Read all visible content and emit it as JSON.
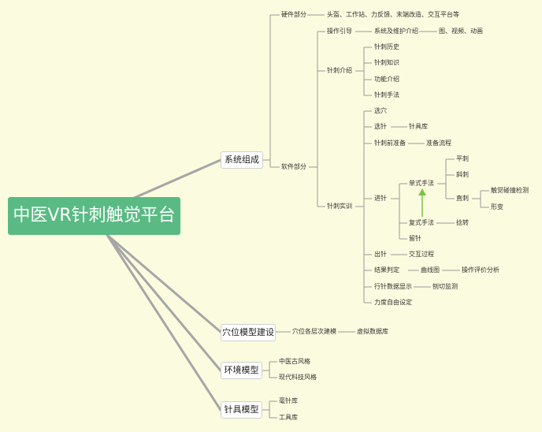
{
  "root": "中医VR针刺触觉平台",
  "branches": {
    "system": "系统组成",
    "acupoint": "穴位模型建设",
    "env": "环境模型",
    "needle": "针具模型"
  },
  "system": {
    "hardware": "硬件部分",
    "hardware_detail": "头盔、工作站、力反馈、末端改造、交互平台等",
    "software": "软件部分",
    "guide": "操作引导",
    "guide_detail": "系统及维护介绍",
    "guide_media": "图、视频、动画",
    "intro": "针刺介绍",
    "intro_items": [
      "针刺历史",
      "针刺知识",
      "功能介绍",
      "针刺手法"
    ],
    "practice": "针刺实训",
    "select_point": "选穴",
    "select_needle": "选针",
    "needle_lib": "针具库",
    "prep": "针刺前准备",
    "prep_flow": "准备流程",
    "insert": "进针",
    "single": "单式手法",
    "flat": "平刺",
    "oblique": "斜刺",
    "straight": "直刺",
    "collision": "触觉碰撞检测",
    "deform": "形变",
    "compound": "复式手法",
    "twist": "捻转",
    "retain": "留针",
    "withdraw": "出针",
    "interaction": "交互过程",
    "result": "结果判定",
    "curve": "曲线图",
    "evaluation": "操作评价分析",
    "display": "行针数据显示",
    "cut_monitor": "刨切监测",
    "force": "力度自由设定"
  },
  "acupoint": {
    "layers": "穴位各层次建模",
    "virtual_db": "虚拟数据库"
  },
  "env": {
    "styles": [
      "中医古风格",
      "现代科技风格"
    ]
  },
  "needle": {
    "libs": [
      "毫针库",
      "工具库"
    ]
  },
  "colors": {
    "background": "#fbfbdf",
    "root_fill": "#59bb83",
    "branch_line": "#a6a6a6",
    "thin_line": "#9a9a9a",
    "arrow": "#7cc24a"
  }
}
